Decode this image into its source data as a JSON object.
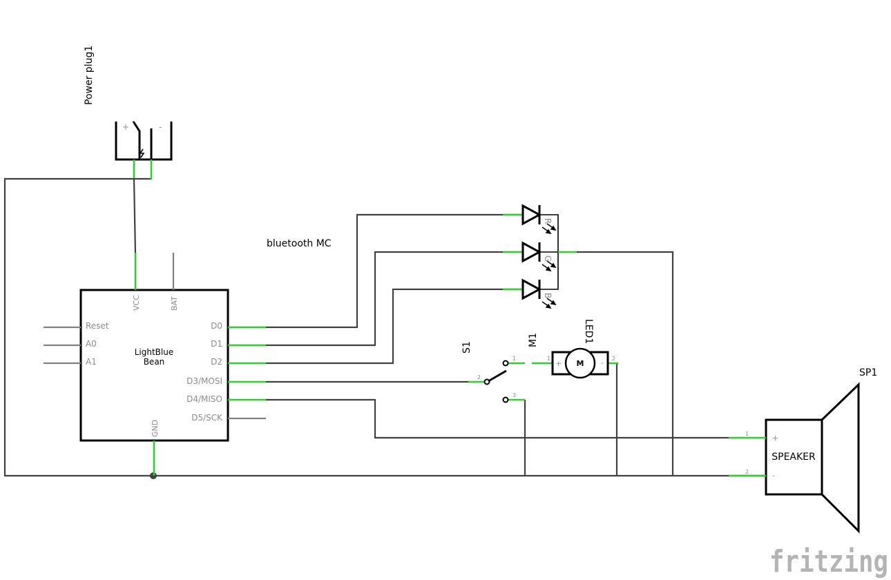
{
  "power": {
    "label": "Power plug1",
    "plus": "+",
    "minus": "-"
  },
  "mcu": {
    "caption": "bluetooth MC",
    "name_line1": "LightBlue",
    "name_line2": "Bean",
    "pins": {
      "vcc": "VCC",
      "bat": "BAT",
      "gnd": "GND",
      "reset": "Reset",
      "a0": "A0",
      "a1": "A1",
      "d0": "D0",
      "d1": "D1",
      "d2": "D2",
      "d3": "D3/MOSI",
      "d4": "D4/MISO",
      "d5": "D5/SCK"
    }
  },
  "rgb_led": {
    "label": "LED1",
    "r": "R",
    "g": "G",
    "b": "B"
  },
  "switch": {
    "label": "S1",
    "pin1": "1",
    "pin2": "2",
    "pin3": "3"
  },
  "motor": {
    "label": "M1",
    "symbol": "M",
    "plus": "+",
    "minus": "-",
    "pin1": "1",
    "pin2": "2"
  },
  "speaker": {
    "label": "SP1",
    "name": "SPEAKER",
    "plus": "+",
    "minus": "-",
    "pin1": "1",
    "pin2": "2"
  },
  "brand": {
    "text": "fritzing"
  }
}
